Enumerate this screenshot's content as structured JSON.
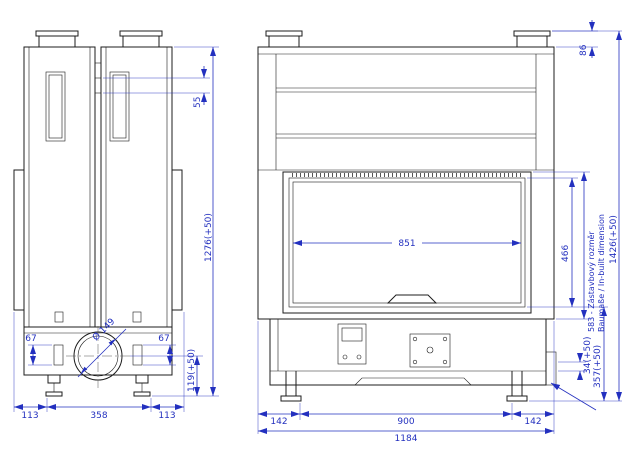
{
  "colors": {
    "line": "#1c1c1c",
    "dimension": "#2330bf"
  },
  "side_view": {
    "dims": {
      "gap": "55",
      "overall_height": "1276(+50)",
      "left_detail": "67",
      "right_detail": "67",
      "flue_diameter": "Ø 149",
      "flue_axis_height": "119(+50)",
      "bottom_left": "113",
      "bottom_center": "358",
      "bottom_right": "113"
    }
  },
  "front_view": {
    "dims": {
      "bracket_height": "86",
      "opening_width": "851",
      "opening_height": "466",
      "inbuilt_line1": "583 - Zástavbový rozměr",
      "inbuilt_line2": "Baumaße / In-built dimension",
      "overall_height": "1426(+50)",
      "step_height": "34(+50)",
      "base_height": "357(+50)",
      "bottom_left": "142",
      "bottom_center": "900",
      "bottom_right": "142",
      "overall_width": "1184"
    }
  }
}
